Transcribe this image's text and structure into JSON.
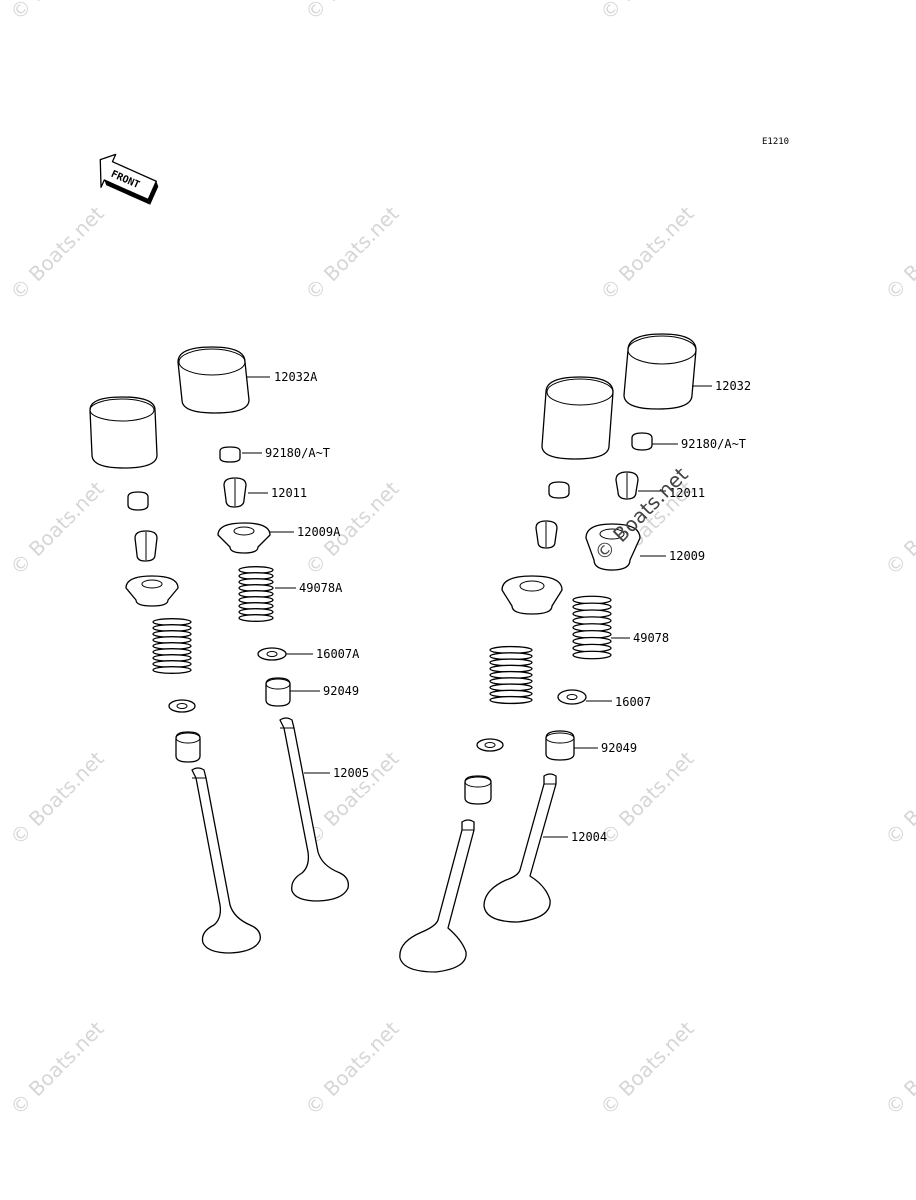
{
  "diagram_code": "E1210",
  "front_label": "FRONT",
  "watermark_text": "© Boats.net",
  "part_labels": [
    {
      "id": "12032A"
    },
    {
      "id": "92180/A~T"
    },
    {
      "id": "12011"
    },
    {
      "id": "12009A"
    },
    {
      "id": "49078A"
    },
    {
      "id": "16007A"
    },
    {
      "id": "92049"
    },
    {
      "id": "12005"
    },
    {
      "id": "12032"
    },
    {
      "id": "92180/A~T"
    },
    {
      "id": "12011"
    },
    {
      "id": "12009"
    },
    {
      "id": "49078"
    },
    {
      "id": "16007"
    },
    {
      "id": "92049"
    },
    {
      "id": "12004"
    }
  ]
}
